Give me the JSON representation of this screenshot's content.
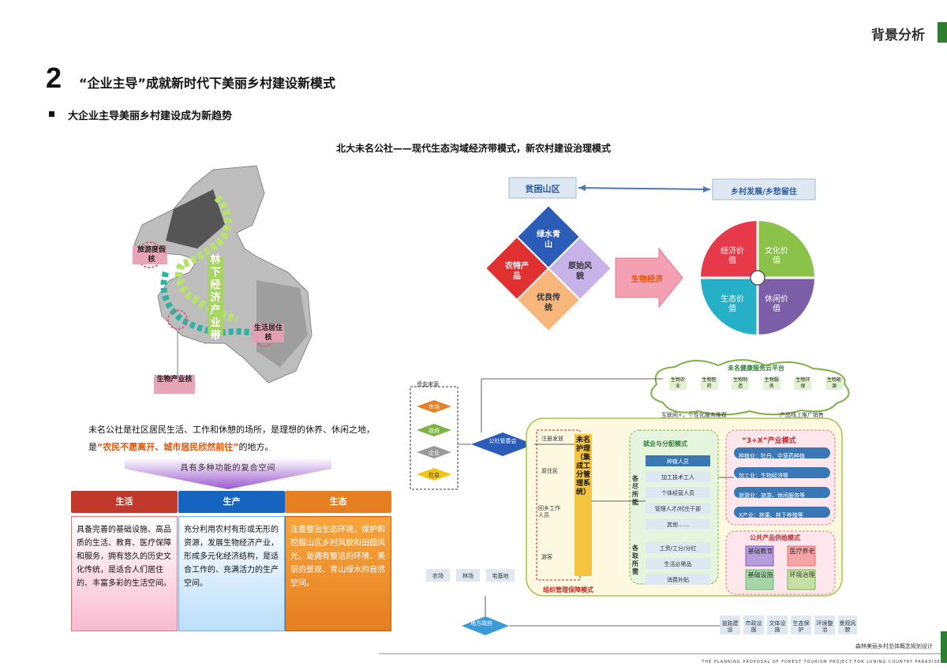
{
  "header": {
    "section_tag": "背景分析",
    "section_number": "2",
    "section_title": "“企业主导”成就新时代下美丽乡村建设新模式",
    "bullet": "大企业主导美丽乡村建设成为新趋势",
    "figure_title": "北大未名公社——现代生态沟域经济带模式，新农村建设治理模式"
  },
  "map": {
    "zone_forest": "林下经济产业带",
    "zone_tourism": "旅游度假核",
    "zone_living": "生活居住核",
    "zone_bio": "生物产业核",
    "colors": {
      "forest": "#b5e36a",
      "teal": "#2bb3a3",
      "pink": "#e8a0b4"
    }
  },
  "description": {
    "part1": "未名公社是社区居民生活、工作和休憩的场所，是理想的休养、休闲之地，是",
    "highlight": "“农民不愿离开、城市居民欣然前往”",
    "part2": "的地方。"
  },
  "banner": "具有多种功能的复合空间",
  "columns": [
    {
      "title": "生活",
      "color": "#c0392b",
      "bg": "#fce4ec",
      "text": "具备完善的基础设施、高品质的生活、教育、医疗保障和服务，拥有悠久的历史文化传统，是适合人们居住的、丰富多彩的生活空间。"
    },
    {
      "title": "生产",
      "color": "#1565c0",
      "bg": "#e3f2fd",
      "text": "充分利用农村有形或无形的资源，发展生物经济产业，形成多元化经济结构，是适合工作的、充满活力的生产空间。"
    },
    {
      "title": "生态",
      "color": "#e67e22",
      "bg": "#f39c12",
      "text": "注重整治生态环境，保护和挖掘山区乡村风貌和田园风光，是拥有整洁的环境、美丽的景观、青山绿水的自然空间。"
    }
  ],
  "diagram": {
    "left_box": "贫困山区",
    "right_box": "乡村发展/乡愁留住",
    "diamonds": [
      "绿水青山",
      "农特产品",
      "原始风貌",
      "优良传统"
    ],
    "arrow_label": "生物经济",
    "quadrants": [
      "经济价值",
      "文化价值",
      "生态价值",
      "休闲价值"
    ]
  },
  "flow": {
    "cloud_title": "未名健康服务云平台",
    "cloud_items": [
      "生物农业",
      "生物医药",
      "生物制造",
      "生物服务",
      "生物环保",
      "生物能源"
    ],
    "cloud_note_left": "互联网+，个性化服务推荐",
    "cloud_note_right": "产品线上推广销售",
    "fund_source": "资金来源",
    "fund_items": [
      "市场",
      "政府",
      "企业",
      "社会"
    ],
    "committee": "公社管委会",
    "center_box": "未名护理（集成工分管理系统）",
    "mode_left": "组织管理保障模式",
    "left_labels": [
      "注册发放",
      "原住民",
      "回乡工作人员",
      "游客"
    ],
    "mode_employ": "就业与分配模式",
    "employ_items": [
      "种植人员",
      "加工技术工人",
      "个体经营人员",
      "管理人才/村庄干部",
      "其他……"
    ],
    "demand_items": [
      "工资/工分/分红",
      "生活必需品",
      "消费补贴"
    ],
    "label_each": "各尽所能",
    "label_take": "各取所需",
    "mode_industry": "“3+X”产业模式",
    "industry_items": [
      "种植业：牡丹、中草药种植",
      "加工业：生物经济等",
      "旅游业：旅游、休闲服务等",
      "X产业：林果、林下养殖等"
    ],
    "mode_public": "公共产品供给模式",
    "public_items": [
      "基础教育",
      "医疗养老",
      "基础设施",
      "环境治理"
    ],
    "bottom_left": [
      "农场",
      "林场",
      "宅基地"
    ],
    "bottom_right": [
      "道路建设",
      "市政设施",
      "文体设施",
      "生态保护",
      "环境整治",
      "景观风貌"
    ],
    "gov": "地方政府"
  },
  "footer": {
    "cn": "森林美丽乡村总体概念规划设计",
    "en": "THE PLANNING PROPOSAL OF FOREST TOURISM PROJECT FOR LUNING COUNTRY PARADISE"
  }
}
